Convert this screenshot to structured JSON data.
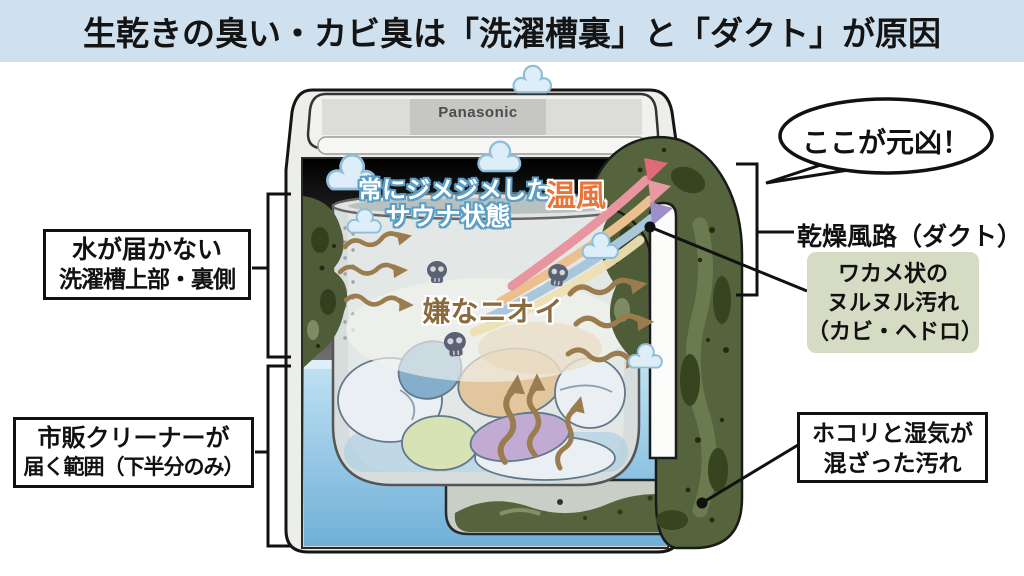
{
  "title": "生乾きの臭い・カビ臭は「洗濯槽裏」と「ダクト」が原因",
  "machine": {
    "brand": "Panasonic"
  },
  "inner_annotations": {
    "sauna_line1": "常にジメジメした",
    "sauna_line2": "サウナ状態",
    "warm_air": "温風",
    "bad_smell": "嫌なニオイ"
  },
  "callouts": {
    "left_top_line1": "水が届かない",
    "left_top_line2": "洗濯槽上部・裏側",
    "left_bottom_line1": "市販クリーナーが",
    "left_bottom_line2": "届く範囲（下半分のみ）",
    "culprit": "ここが元凶！",
    "duct": "乾燥風路（ダクト）",
    "slime_line1": "ワカメ状の",
    "slime_line2": "ヌルヌル汚れ",
    "slime_line3": "（カビ・ヘドロ）",
    "dust_line1": "ホコリと湿気が",
    "dust_line2": "混ざった汚れ"
  },
  "colors": {
    "title_bg": "#cfe1ee",
    "slime_box_bg": "#d6dcc3",
    "mold_green": "#55643c",
    "water_blue": "#7cb6da",
    "warm_air_orange": "#e8763a",
    "smell_brown": "#8a6a3e"
  }
}
